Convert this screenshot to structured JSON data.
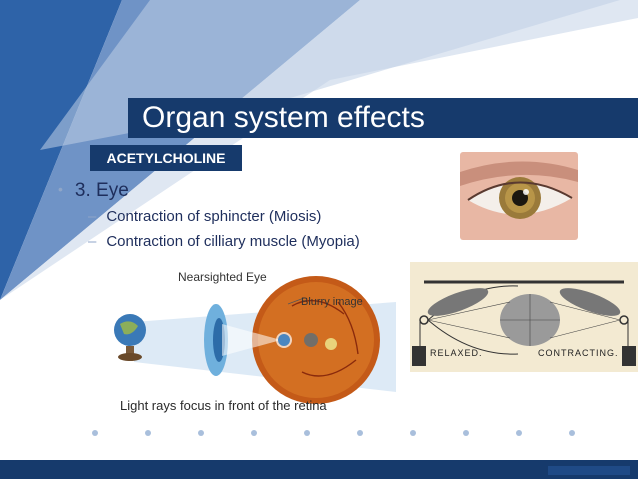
{
  "slide": {
    "title": "Organ system effects",
    "badge": "ACETYLCHOLINE",
    "bullet": "3. Eye",
    "bullet_marker": "•",
    "sub_marker": "–",
    "sub_bullets": [
      "Contraction of sphincter (Miosis)",
      "Contraction of cilliary muscle (Myopia)"
    ]
  },
  "figure_eye_diagram": {
    "heading": "Nearsighted Eye",
    "blurry_label": "Blurry image",
    "caption": "Light rays focus in front of the retina"
  },
  "figure_muscle": {
    "left_label": "RELAXED.",
    "right_label": "CONTRACTING."
  },
  "colors": {
    "navy": "#163a6c",
    "light_blue": "#a9bfdc",
    "text_blue": "#1e2e5c"
  }
}
